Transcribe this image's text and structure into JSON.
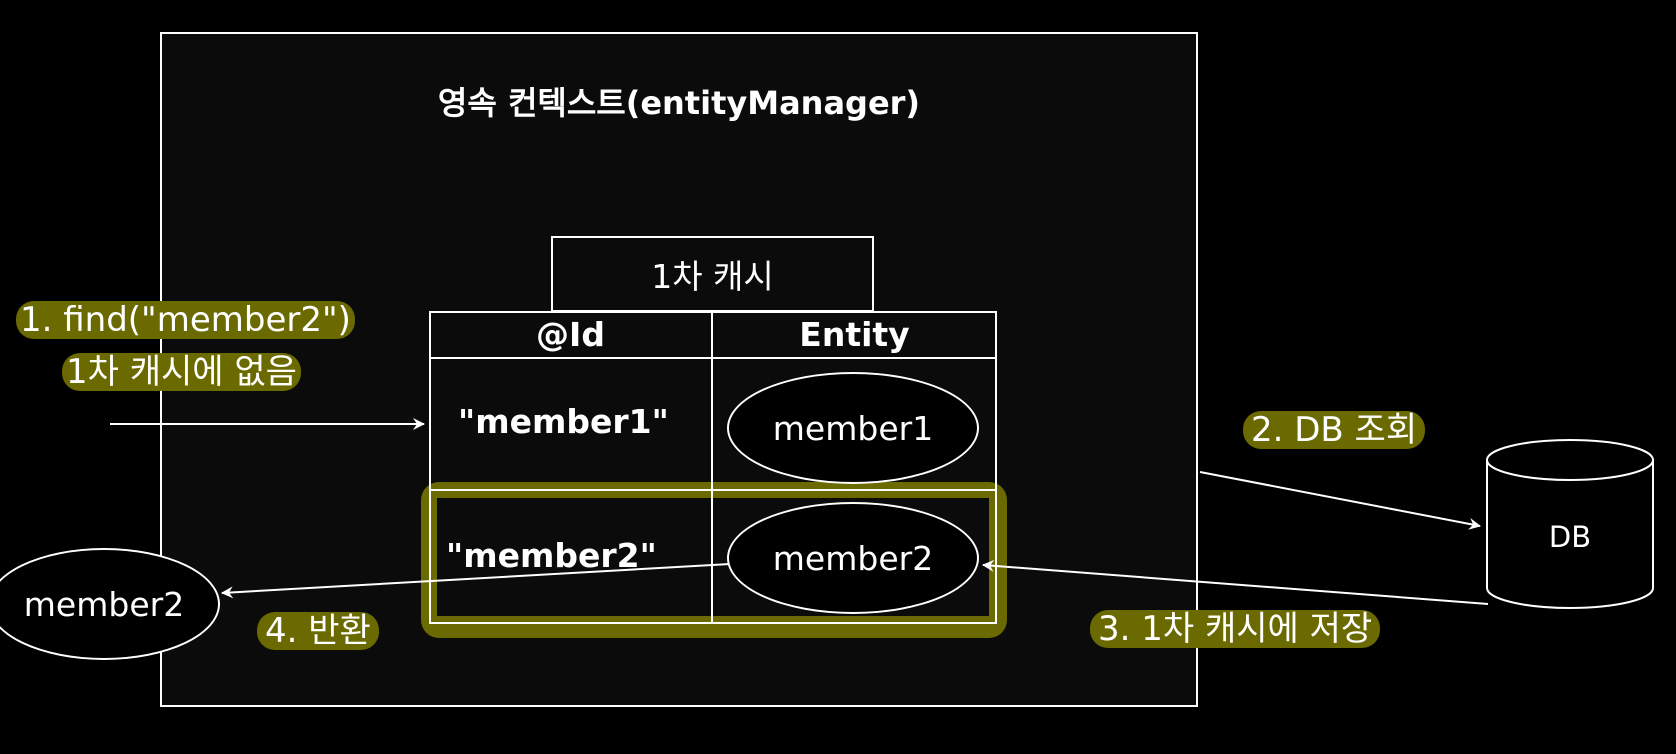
{
  "context": {
    "title": "영속 컨텍스트(entityManager)"
  },
  "cache": {
    "title": "1차 캐시",
    "headers": [
      "@Id",
      "Entity"
    ],
    "rows": [
      {
        "id": "\"member1\"",
        "entity": "member1"
      },
      {
        "id": "\"member2\"",
        "entity": "member2"
      }
    ]
  },
  "steps": {
    "find": "1. find(\"member2\")",
    "not_in_cache": "1차 캐시에 없음",
    "db_lookup": "2. DB 조회",
    "store": "3. 1차 캐시에 저장",
    "return": "4. 반환"
  },
  "db": {
    "label": "DB"
  },
  "returned": {
    "label": "member2"
  },
  "colors": {
    "background": "#000000",
    "highlight": "#6b6a00",
    "stroke": "#ffffff"
  }
}
